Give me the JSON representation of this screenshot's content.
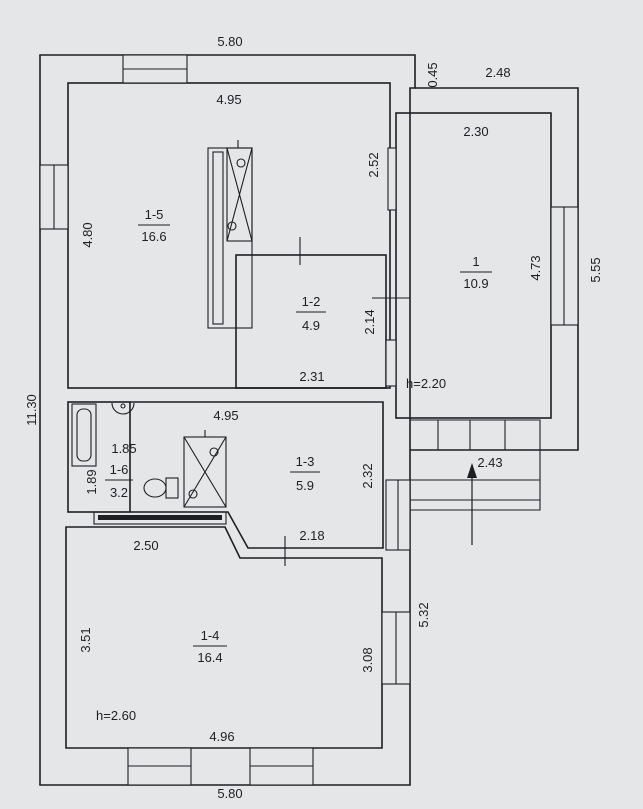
{
  "plan": {
    "overall": {
      "top_width": "5.80",
      "bottom_width": "5.80",
      "height": "11.30",
      "jog": "0.45"
    },
    "extension": {
      "width": "2.48",
      "height": "5.55"
    },
    "rooms": [
      {
        "id": "1-5",
        "area": "16.6",
        "width": "4.95",
        "height": "4.80",
        "side": "2.52"
      },
      {
        "id": "1",
        "area": "10.9",
        "width": "2.30",
        "height": "4.73",
        "ceiling": "h=2.20"
      },
      {
        "id": "1-2",
        "area": "4.9",
        "width": "2.31",
        "height": "2.14"
      },
      {
        "id": "1-3",
        "area": "5.9",
        "width": "4.95",
        "height": "2.32",
        "bottom": "2.18"
      },
      {
        "id": "1-6",
        "area": "3.2",
        "width": "1.85",
        "height": "1.89"
      },
      {
        "id": "1-4",
        "area": "16.4",
        "width": "4.96",
        "height": "3.51",
        "right": "3.08",
        "top": "2.50",
        "ceiling": "h=2.60"
      }
    ],
    "porch": {
      "width": "2.43",
      "length": "5.32"
    }
  }
}
